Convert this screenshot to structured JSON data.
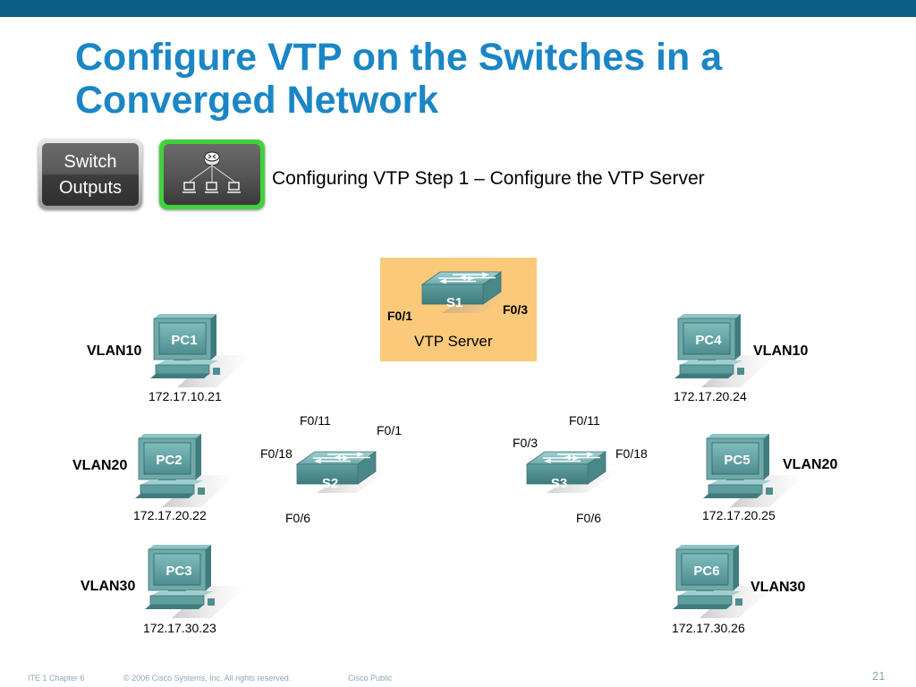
{
  "slide": {
    "title_line1": "Configure VTP on the Switches in a",
    "title_line2": "Converged Network",
    "switch_outputs_line1": "Switch",
    "switch_outputs_line2": "Outputs",
    "step_title": "Configuring VTP Step 1 – Configure the VTP Server"
  },
  "diagram": {
    "server_label": "VTP Server",
    "switches": [
      {
        "name": "S1"
      },
      {
        "name": "S2"
      },
      {
        "name": "S3"
      }
    ],
    "ports": {
      "s1_f01": "F0/1",
      "s1_f03": "F0/3",
      "s2_f011": "F0/11",
      "s2_f01": "F0/1",
      "s2_f018": "F0/18",
      "s2_f06": "F0/6",
      "s3_f011": "F0/11",
      "s3_f03": "F0/3",
      "s3_f018": "F0/18",
      "s3_f06": "F0/6"
    },
    "pcs": [
      {
        "name": "PC1",
        "vlan": "VLAN10",
        "ip": "172.17.10.21"
      },
      {
        "name": "PC2",
        "vlan": "VLAN20",
        "ip": "172.17.20.22"
      },
      {
        "name": "PC3",
        "vlan": "VLAN30",
        "ip": "172.17.30.23"
      },
      {
        "name": "PC4",
        "vlan": "VLAN10",
        "ip": "172.17.20.24"
      },
      {
        "name": "PC5",
        "vlan": "VLAN20",
        "ip": "172.17.20.25"
      },
      {
        "name": "PC6",
        "vlan": "VLAN30",
        "ip": "172.17.30.26"
      }
    ]
  },
  "footer": {
    "chapter": "ITE 1 Chapter 6",
    "copyright": "© 2006 Cisco Systems, Inc. All rights reserved.",
    "classification": "Cisco Public",
    "page": "21"
  },
  "colors": {
    "topbar": "#0b5e84",
    "title": "#1a86c5",
    "server_box": "#fbc97a",
    "device": "#5a9a9c",
    "topology_button": "#3fd23a"
  }
}
